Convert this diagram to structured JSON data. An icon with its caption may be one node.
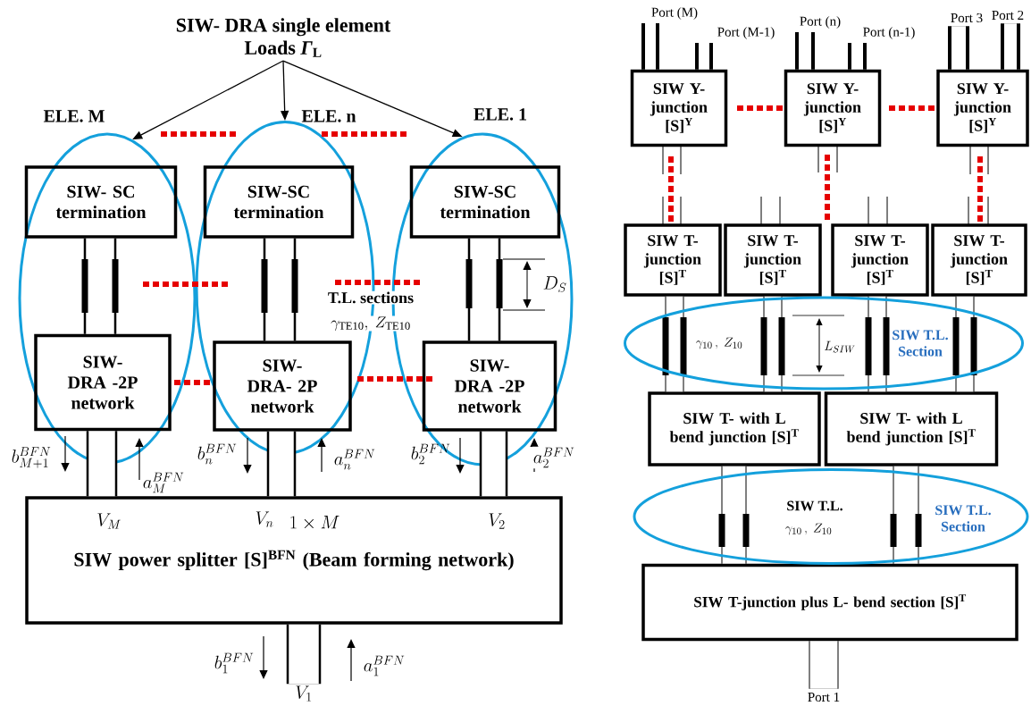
{
  "diagram": {
    "nodes": [
      {
        "text": [
          "SIW- DRA single element Loads *Γ*$_{L}$"
        ]
      },
      {
        "text": [
          "ELE. M"
        ]
      },
      {
        "text": [
          "ELE. n"
        ]
      },
      {
        "text": [
          "ELE. 1"
        ]
      },
      {
        "text": [
          "SIW- SC termination"
        ],
        "in": 1
      },
      {
        "text": [
          "SIW-SC termination"
        ],
        "in": 2
      },
      {
        "text": [
          "SIW-SC termination"
        ],
        "in": 3
      },
      {
        "text": [
          "SIW- DRA -2P network"
        ],
        "in": 1
      },
      {
        "text": [
          "SIW- DRA- 2P network"
        ],
        "in": 2
      },
      {
        "text": [
          "SIW- DRA -2P network"
        ],
        "in": 3
      },
      {
        "text": [
          "SIW power splitter [S]$^{BFN}$ (Beam forming network)"
        ]
      },
      {
        "text": [
          "V_{1}"
        ]
      },
      {
        "text": [
          "Port (M)"
        ]
      },
      {
        "text": [
          "Port (M-1)"
        ]
      },
      {
        "text": [
          "Port (n)"
        ]
      },
      {
        "text": [
          "Port (n-1)"
        ]
      },
      {
        "text": [
          "Port 3"
        ]
      },
      {
        "text": [
          "Port 2"
        ]
      },
      {
        "text": [
          "SIW Y- junction [S]$^{Y}$"
        ]
      },
      {
        "text": [
          "SIW Y- junction [S]$^{Y}$"
        ]
      },
      {
        "text": [
          "SIW Y- junction [S]$^{Y}$"
        ]
      },
      {
        "text": [
          "SIW T- junction [S]$^{T}$"
        ]
      },
      {
        "text": [
          "SIW T- junction [S]$^{T}$"
        ]
      },
      {
        "text": [
          "SIW T- junction [S]$^{T}$"
        ]
      },
      {
        "text": [
          "SIW T- junction [S]$^{T}$"
        ]
      },
      {
        "text": [
          "SIW T- with L bend junction [S]$^{T}$"
        ]
      },
      {
        "text": [
          "SIW T- with L bend junction [S]$^{T}$"
        ]
      },
      {
        "text": [
          "SIW T-junction plus L- bend section [S]$^{T}$"
        ]
      },
      {
        "text": [
          "Port 1"
        ]
      }
    ],
    "edges": [
      {
        "from": 0,
        "to": 1,
        "arrow": "to"
      },
      {
        "from": 0,
        "to": 2,
        "arrow": "to"
      },
      {
        "from": 0,
        "to": 3,
        "arrow": "to"
      },
      {
        "from": 4,
        "to": 7,
        "arrow": "none"
      },
      {
        "from": 5,
        "to": 8,
        "arrow": "none"
      },
      {
        "from": 6,
        "to": 9,
        "arrow": "none"
      },
      {
        "from": 7,
        "to": 10,
        "arrow": "none"
      },
      {
        "from": 8,
        "to": 10,
        "arrow": "none"
      },
      {
        "from": 9,
        "to": 10,
        "arrow": "none"
      },
      {
        "from": 10,
        "to": 11,
        "arrow": "none"
      },
      {
        "from": 18,
        "to": 12,
        "arrow": "none"
      },
      {
        "from": 18,
        "to": 13,
        "arrow": "none"
      },
      {
        "from": 19,
        "to": 14,
        "arrow": "none"
      },
      {
        "from": 19,
        "to": 15,
        "arrow": "none"
      },
      {
        "from": 20,
        "to": 16,
        "arrow": "none"
      },
      {
        "from": 20,
        "to": 17,
        "arrow": "none"
      },
      {
        "from": 21,
        "to": 25,
        "arrow": "none"
      },
      {
        "from": 22,
        "to": 25,
        "arrow": "none"
      },
      {
        "from": 23,
        "to": 26,
        "arrow": "none"
      },
      {
        "from": 24,
        "to": 26,
        "arrow": "none"
      },
      {
        "from": 25,
        "to": 27,
        "arrow": "none"
      },
      {
        "from": 26,
        "to": 27,
        "arrow": "none"
      },
      {
        "from": 27,
        "to": 28,
        "arrow": "none"
      }
    ],
    "labels": [
      "T.L. sections",
      "\\gamma_{\\mathrm{TE10}},\\ Z_{\\mathrm{TE10}}",
      "D_{S}",
      "b_{M+1}^{BFN}",
      "a_{M}^{BFN}",
      "b_{n}^{BFN}",
      "a_{n}^{BFN}",
      "b_{2}^{BFN}",
      "a_{2}^{BFN}",
      "V_{M}",
      "V_{n}",
      "1\\times M",
      "V_{2}",
      "b_{1}^{BFN}",
      "a_{1}^{BFN}",
      "\\gamma_{10}\\,,\\ Z_{10}",
      "L_{SIW}",
      "SIW T.L. Section",
      "SIW T.L.",
      "\\gamma_{10}\\,,\\ Z_{10}",
      "SIW T.L. Section"
    ]
  }
}
